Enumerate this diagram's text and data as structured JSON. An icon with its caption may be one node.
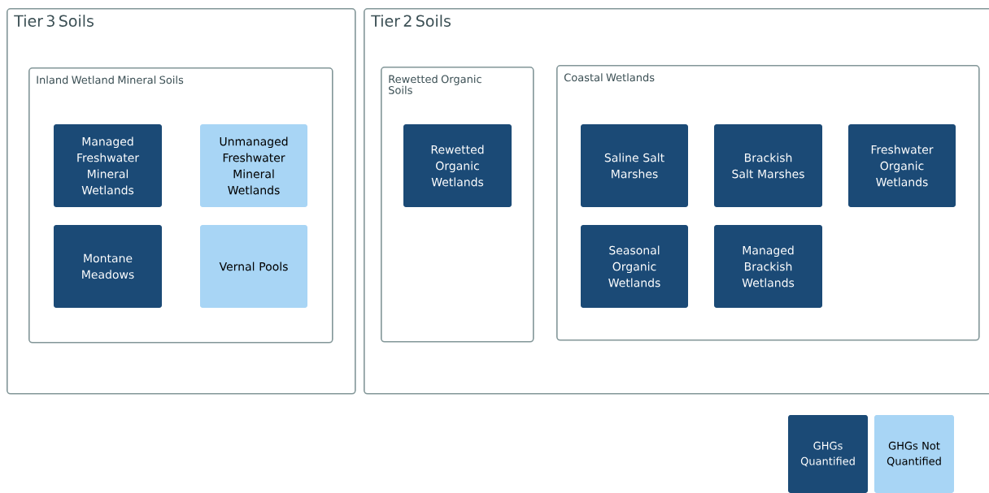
{
  "diagram": {
    "nodes": [
      {
        "text": [
          "Tier 3 Soils"
        ]
      },
      {
        "text": [
          "Inland Wetland Mineral Soils"
        ],
        "in": 0
      },
      {
        "text": [
          "Managed Freshwater Mineral Wetlands"
        ],
        "in": 1
      },
      {
        "text": [
          "Unmanaged Freshwater Mineral Wetlands"
        ],
        "in": 1
      },
      {
        "text": [
          "Montane Meadows"
        ],
        "in": 1
      },
      {
        "text": [
          "Vernal Pools"
        ],
        "in": 1
      },
      {
        "text": [
          "Tier 2 Soils"
        ]
      },
      {
        "text": [
          "Rewetted Organic Soils"
        ],
        "in": 6
      },
      {
        "text": [
          "Rewetted Organic Wetlands"
        ],
        "in": 7
      },
      {
        "text": [
          "Coastal Wetlands"
        ],
        "in": 6
      },
      {
        "text": [
          "Saline Salt Marshes"
        ],
        "in": 9
      },
      {
        "text": [
          "Brackish Salt Marshes"
        ],
        "in": 9
      },
      {
        "text": [
          "Freshwater Organic Wetlands"
        ],
        "in": 9
      },
      {
        "text": [
          "Seasonal Organic Wetlands"
        ],
        "in": 9
      },
      {
        "text": [
          "Managed Brackish Wetlands"
        ],
        "in": 9
      }
    ],
    "legend": [
      {
        "text": "GHGs Quantified",
        "color": "#1b4a76"
      },
      {
        "text": "GHGs Not Quantified",
        "color": "#a8d5f5"
      }
    ]
  }
}
